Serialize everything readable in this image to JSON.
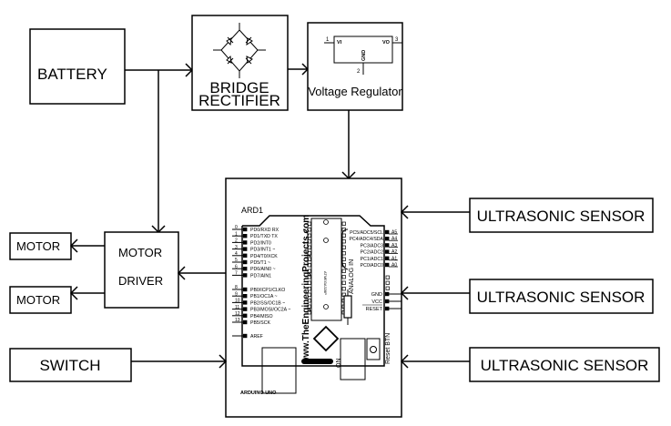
{
  "diagram": {
    "title": "Arduino based robot block diagram",
    "blocks": {
      "battery": "BATTERY",
      "bridge_rectifier": [
        "BRIDGE",
        "RECTIFIER"
      ],
      "voltage_regulator": "Voltage Regulator",
      "motor_driver": [
        "MOTOR",
        "DRIVER"
      ],
      "motor_1": "MOTOR",
      "motor_2": "MOTOR",
      "switch": "SWITCH",
      "ultrasonic_1": "ULTRASONIC SENSOR",
      "ultrasonic_2": "ULTRASONIC SENSOR",
      "ultrasonic_3": "ULTRASONIC SENSOR"
    },
    "regulator_symbol": {
      "pin_in_num": "1",
      "pin_out_num": "3",
      "pin_gnd_num": "2",
      "vi": "VI",
      "vo": "VO",
      "gnd": "GND"
    },
    "arduino": {
      "ref": "ARD1",
      "name": "ARDUINO UNO",
      "watermark": "www.TheEngineeringProjects.com",
      "analog_label": "ANALOG IN",
      "on_label": "ON",
      "reset_btn": "Reset BTN",
      "chip_label": "ATMEGA328P",
      "digital_pins": [
        {
          "num": "0",
          "label": "PD0/RXD  RX"
        },
        {
          "num": "1",
          "label": "PD1/TXD  TX"
        },
        {
          "num": "2",
          "label": "PD2/INT0"
        },
        {
          "num": "3",
          "label": "PD3/INT1 ~"
        },
        {
          "num": "4",
          "label": "PD4/T0/XCK"
        },
        {
          "num": "5",
          "label": "PD5/T1 ~"
        },
        {
          "num": "6",
          "label": "PD6/AIN0 ~"
        },
        {
          "num": "7",
          "label": "PD7/AIN1"
        },
        {
          "num": "8",
          "label": "PB0/ICP1/CLKO"
        },
        {
          "num": "9",
          "label": "PB1/OC1A ~"
        },
        {
          "num": "10",
          "label": "PB2/SS/OC1B ~"
        },
        {
          "num": "11",
          "label": "PB3/MOSI/OC2A ~"
        },
        {
          "num": "12",
          "label": "PB4/MISO"
        },
        {
          "num": "13",
          "label": "PB5/SCK"
        },
        {
          "num": "",
          "label": "AREF"
        }
      ],
      "analog_pins": [
        {
          "num": "A5",
          "label": "PC5/ADC5/SCL"
        },
        {
          "num": "A4",
          "label": "PC4/ADC4/SDA"
        },
        {
          "num": "A3",
          "label": "PC3/ADC3"
        },
        {
          "num": "A2",
          "label": "PC2/ADC2"
        },
        {
          "num": "A1",
          "label": "PC1/ADC1"
        },
        {
          "num": "A0",
          "label": "PC0/ADC0"
        }
      ],
      "power_pins": [
        {
          "label": "GND"
        },
        {
          "label": "VCC"
        },
        {
          "label": "RESET"
        }
      ]
    }
  }
}
